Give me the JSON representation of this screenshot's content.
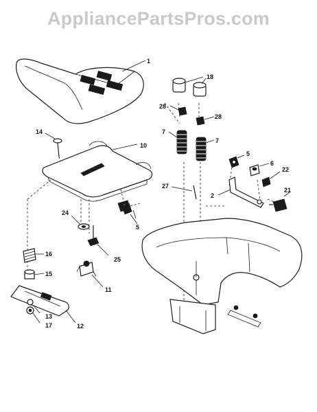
{
  "watermark": "AppliancePartsPros.com",
  "callouts": [
    "1",
    "18",
    "28",
    "28",
    "14",
    "10",
    "7",
    "7",
    "5",
    "6",
    "22",
    "21",
    "27",
    "2",
    "24",
    "5",
    "16",
    "25",
    "15",
    "11",
    "13",
    "17",
    "12"
  ]
}
